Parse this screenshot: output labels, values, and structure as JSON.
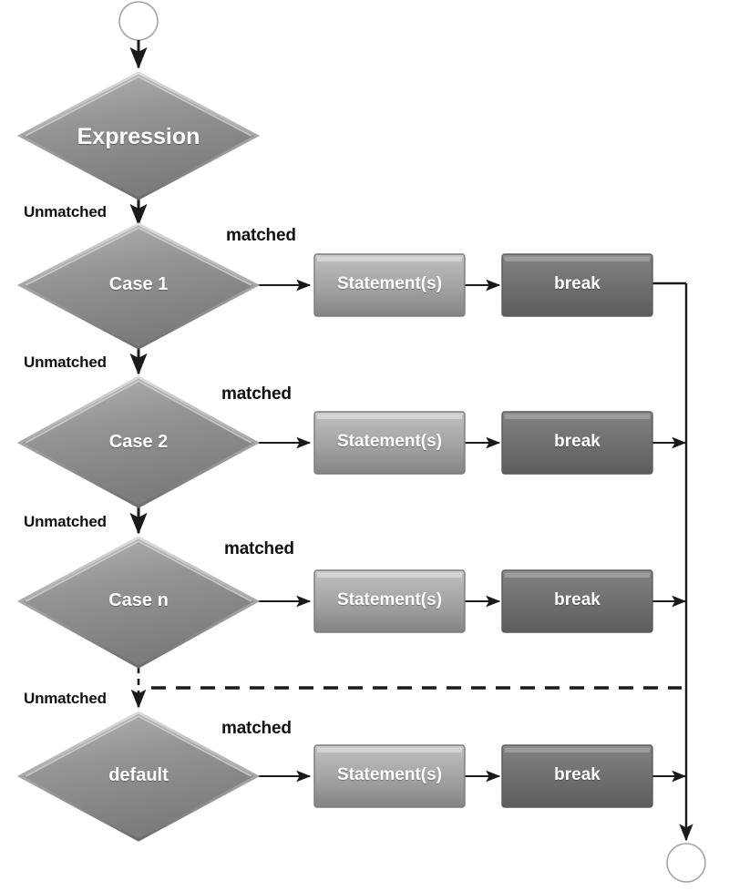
{
  "diagram": {
    "title": "switch-case flowchart",
    "type": "flowchart",
    "background": "#ffffff",
    "palette": {
      "diamond_light": "#b9b9b9",
      "diamond_mid": "#8d8d8d",
      "diamond_dark": "#757575",
      "box_light": "#c8c8c8",
      "box_mid": "#9a9a9a",
      "box_dark": "#7d7d7d",
      "break_light": "#8b8b8b",
      "break_mid": "#717171",
      "break_dark": "#5e5e5e",
      "stroke": "#6f6f6f",
      "connector": "#1a1a1a",
      "terminator_stroke": "#9a9a9a",
      "text_on_shape": "#ffffff",
      "text_label": "#111111"
    },
    "nodes": {
      "start": {
        "shape": "circle",
        "label": ""
      },
      "end": {
        "shape": "circle",
        "label": ""
      },
      "expression": {
        "shape": "diamond",
        "label": "Expression"
      },
      "case1": {
        "shape": "diamond",
        "label": "Case 1"
      },
      "case2": {
        "shape": "diamond",
        "label": "Case 2"
      },
      "casen": {
        "shape": "diamond",
        "label": "Case n"
      },
      "default": {
        "shape": "diamond",
        "label": "default"
      },
      "statements1": {
        "shape": "rect",
        "label": "Statement(s)"
      },
      "break1": {
        "shape": "rect",
        "label": "break"
      },
      "statements2": {
        "shape": "rect",
        "label": "Statement(s)"
      },
      "break2": {
        "shape": "rect",
        "label": "break"
      },
      "statementsn": {
        "shape": "rect",
        "label": "Statement(s)"
      },
      "breakn": {
        "shape": "rect",
        "label": "break"
      },
      "statements_default": {
        "shape": "rect",
        "label": "Statement(s)"
      },
      "break_default": {
        "shape": "rect",
        "label": "break"
      }
    },
    "edge_labels": {
      "unmatched_expression": "Unmatched",
      "matched_case1": "matched",
      "unmatched_case1": "Unmatched",
      "matched_case2": "matched",
      "unmatched_case2": "Unmatched",
      "matched_casen": "matched",
      "unmatched_casen": "Unmatched",
      "matched_default": "matched"
    },
    "separator": {
      "style": "dashed",
      "orientation": "horizontal"
    }
  }
}
